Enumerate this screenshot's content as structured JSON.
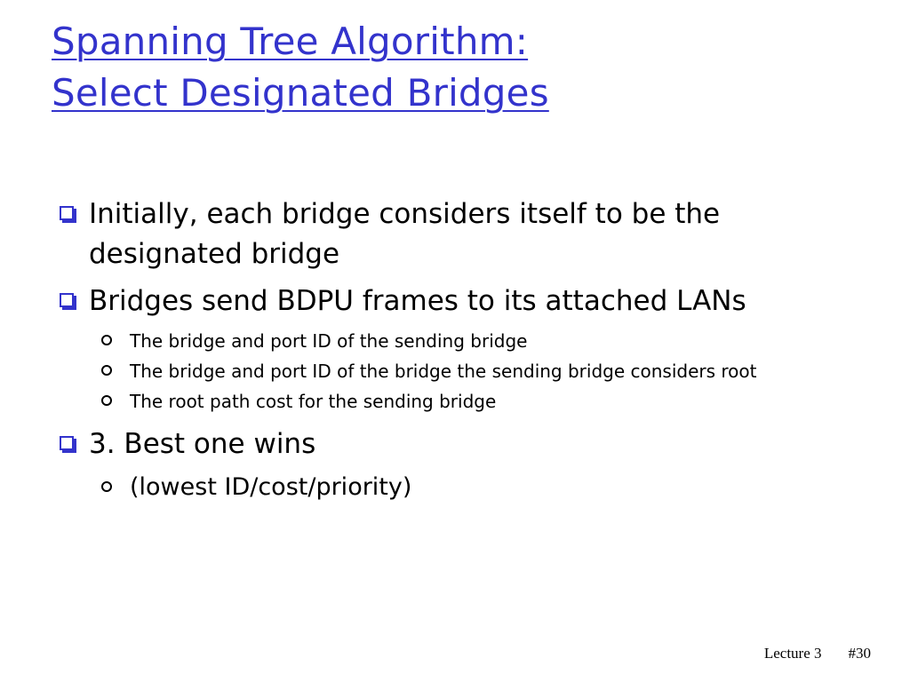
{
  "title": {
    "line1": "Spanning Tree Algorithm:",
    "line2": "Select Designated Bridges"
  },
  "colors": {
    "accent": "#3333cc",
    "text": "#000000",
    "background": "#ffffff"
  },
  "bullets": [
    {
      "text": "Initially, each bridge considers itself to be the designated bridge"
    },
    {
      "text": "Bridges send BDPU frames to its attached LANs",
      "subitems": [
        "The bridge and port ID of the sending bridge",
        "The bridge and port ID of the bridge the sending bridge considers root",
        "The root path cost for the sending bridge"
      ]
    },
    {
      "text": "3. Best one wins",
      "subitems": [
        "(lowest ID/cost/priority)"
      ]
    }
  ],
  "footer": {
    "lecture": "Lecture 3",
    "slide_number": "#30"
  }
}
